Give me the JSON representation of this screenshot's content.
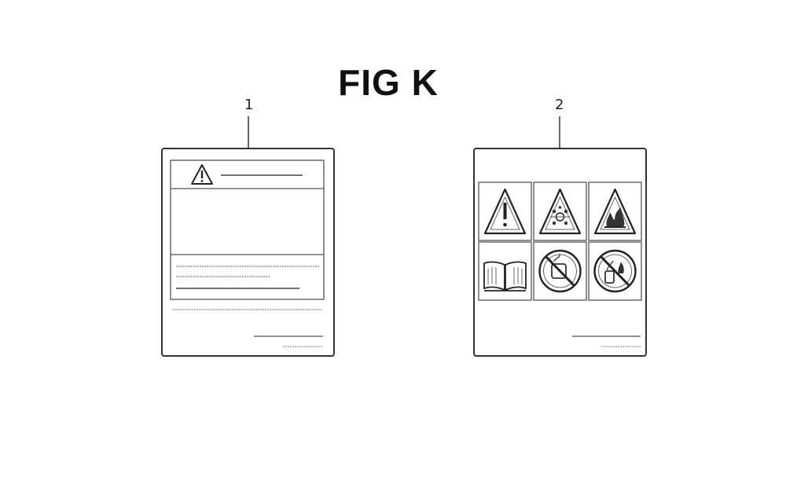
{
  "figure": {
    "title": "FIG K",
    "callouts": [
      "1",
      "2"
    ]
  },
  "labels": [
    {
      "callout": "1",
      "header_icon": "warning-triangle-icon",
      "text": "",
      "line_color": "#333333"
    },
    {
      "callout": "2",
      "pictograms": [
        "warning-exclamation-icon",
        "explosion-hazard-icon",
        "fire-hazard-icon",
        "read-manual-icon",
        "no-smoking-icon",
        "no-open-flame-icon"
      ]
    }
  ],
  "colors": {
    "ink": "#222222",
    "paper": "#ffffff"
  }
}
